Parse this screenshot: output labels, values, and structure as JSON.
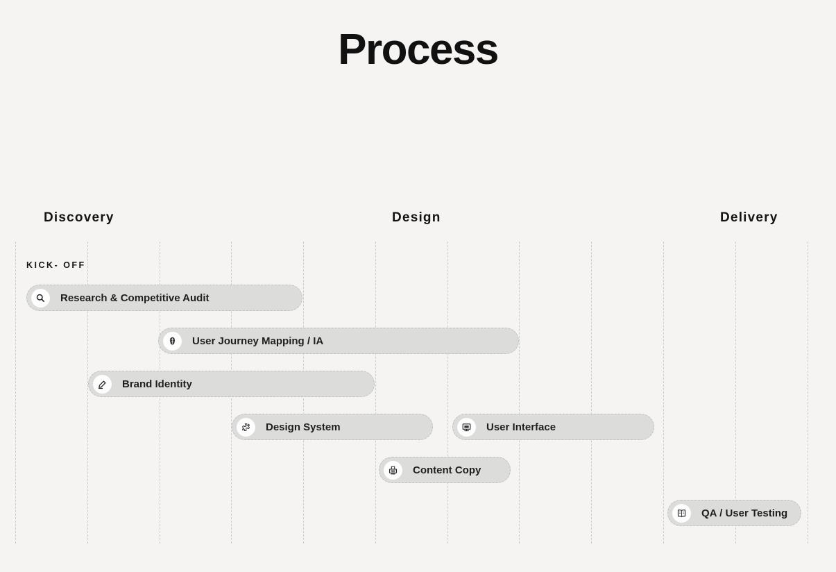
{
  "title": "Process",
  "phases": [
    {
      "label": "Discovery"
    },
    {
      "label": "Design"
    },
    {
      "label": "Delivery"
    }
  ],
  "kickoff_label": "KICK- OFF",
  "bars": [
    {
      "label": "Research & Competitive Audit",
      "icon": "search-icon",
      "phase": "Discovery",
      "span_columns": [
        1,
        4
      ]
    },
    {
      "label": "User Journey Mapping / IA",
      "icon": "brain-icon",
      "phase": "Discovery-Design",
      "span_columns": [
        3,
        7
      ]
    },
    {
      "label": "Brand Identity",
      "icon": "pencil-icon",
      "phase": "Discovery-Design",
      "span_columns": [
        2,
        5
      ]
    },
    {
      "label": "Design System",
      "icon": "components-icon",
      "phase": "Design",
      "span_columns": [
        4,
        6
      ]
    },
    {
      "label": "User Interface",
      "icon": "monitor-icon",
      "phase": "Design",
      "span_columns": [
        7,
        9
      ]
    },
    {
      "label": "Content Copy",
      "icon": "typewriter-icon",
      "phase": "Design",
      "span_columns": [
        6,
        7
      ]
    },
    {
      "label": "QA / User Testing",
      "icon": "book-icon",
      "phase": "Delivery",
      "span_columns": [
        10,
        12
      ]
    }
  ],
  "grid": {
    "columns": 12
  },
  "colors": {
    "background": "#f5f4f2",
    "bar_fill": "#dcdcda",
    "bar_border": "#bfbfbd",
    "gridline": "#cbcbc9",
    "icon_circle": "#fdfdfd",
    "text": "#1b1b1b"
  }
}
